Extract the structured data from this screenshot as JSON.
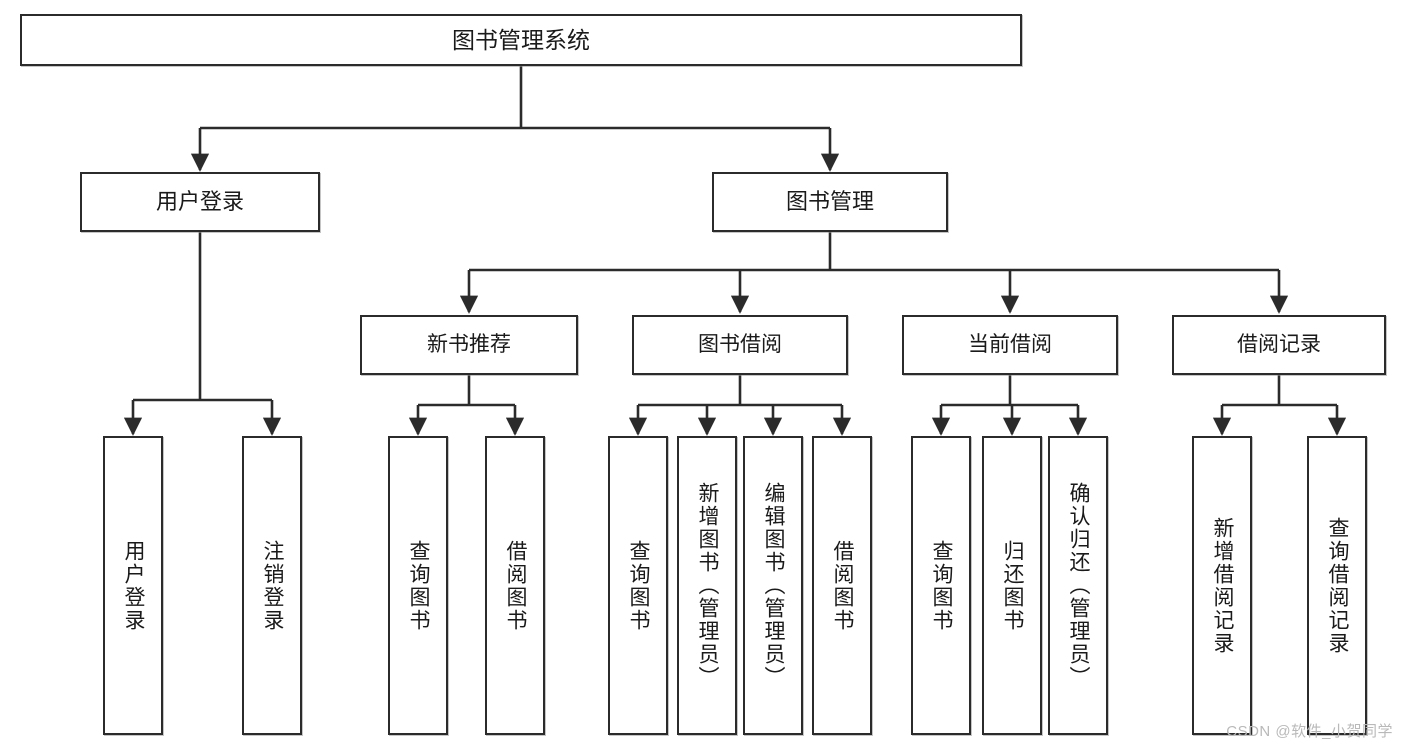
{
  "diagram": {
    "type": "tree-hierarchy",
    "title": "图书管理系统",
    "watermark": "CSDN @软件_小贺同学",
    "nodes": {
      "root": {
        "id": "root",
        "label": "图书管理系统",
        "level": 0
      },
      "user_login": {
        "id": "user_login",
        "label": "用户登录",
        "level": 1
      },
      "book_manage": {
        "id": "book_manage",
        "label": "图书管理",
        "level": 1
      },
      "new_book_rec": {
        "id": "new_book_rec",
        "label": "新书推荐",
        "level": 2
      },
      "book_borrow": {
        "id": "book_borrow",
        "label": "图书借阅",
        "level": 2
      },
      "current_borrow": {
        "id": "current_borrow",
        "label": "当前借阅",
        "level": 2
      },
      "borrow_record": {
        "id": "borrow_record",
        "label": "借阅记录",
        "level": 2
      },
      "leaf_user_login": {
        "id": "leaf_user_login",
        "label": "用户登录",
        "level": 3
      },
      "leaf_logout": {
        "id": "leaf_logout",
        "label": "注销登录",
        "level": 3
      },
      "leaf_query_book_1": {
        "id": "leaf_query_book_1",
        "label": "查询图书",
        "level": 3
      },
      "leaf_borrow_book_1": {
        "id": "leaf_borrow_book_1",
        "label": "借阅图书",
        "level": 3
      },
      "leaf_query_book_2": {
        "id": "leaf_query_book_2",
        "label": "查询图书",
        "level": 3
      },
      "leaf_add_book": {
        "id": "leaf_add_book",
        "label": "新增图书（管理员）",
        "level": 3
      },
      "leaf_edit_book": {
        "id": "leaf_edit_book",
        "label": "编辑图书（管理员）",
        "level": 3
      },
      "leaf_borrow_book_2": {
        "id": "leaf_borrow_book_2",
        "label": "借阅图书",
        "level": 3
      },
      "leaf_query_book_3": {
        "id": "leaf_query_book_3",
        "label": "查询图书",
        "level": 3
      },
      "leaf_return_book": {
        "id": "leaf_return_book",
        "label": "归还图书",
        "level": 3
      },
      "leaf_confirm_return": {
        "id": "leaf_confirm_return",
        "label": "确认归还（管理员）",
        "level": 3
      },
      "leaf_add_record": {
        "id": "leaf_add_record",
        "label": "新增借阅记录",
        "level": 3
      },
      "leaf_query_record": {
        "id": "leaf_query_record",
        "label": "查询借阅记录",
        "level": 3
      }
    },
    "edges": [
      {
        "from": "root",
        "to": "user_login"
      },
      {
        "from": "root",
        "to": "book_manage"
      },
      {
        "from": "user_login",
        "to": "leaf_user_login"
      },
      {
        "from": "user_login",
        "to": "leaf_logout"
      },
      {
        "from": "book_manage",
        "to": "new_book_rec"
      },
      {
        "from": "book_manage",
        "to": "book_borrow"
      },
      {
        "from": "book_manage",
        "to": "current_borrow"
      },
      {
        "from": "book_manage",
        "to": "borrow_record"
      },
      {
        "from": "new_book_rec",
        "to": "leaf_query_book_1"
      },
      {
        "from": "new_book_rec",
        "to": "leaf_borrow_book_1"
      },
      {
        "from": "book_borrow",
        "to": "leaf_query_book_2"
      },
      {
        "from": "book_borrow",
        "to": "leaf_add_book"
      },
      {
        "from": "book_borrow",
        "to": "leaf_edit_book"
      },
      {
        "from": "book_borrow",
        "to": "leaf_borrow_book_2"
      },
      {
        "from": "current_borrow",
        "to": "leaf_query_book_3"
      },
      {
        "from": "current_borrow",
        "to": "leaf_return_book"
      },
      {
        "from": "current_borrow",
        "to": "leaf_confirm_return"
      },
      {
        "from": "borrow_record",
        "to": "leaf_add_record"
      },
      {
        "from": "borrow_record",
        "to": "leaf_query_record"
      }
    ],
    "colors": {
      "stroke": "#2b2b2b",
      "fill": "#ffffff",
      "text": "#1a1a1a",
      "watermark": "#b9b9b9"
    }
  }
}
